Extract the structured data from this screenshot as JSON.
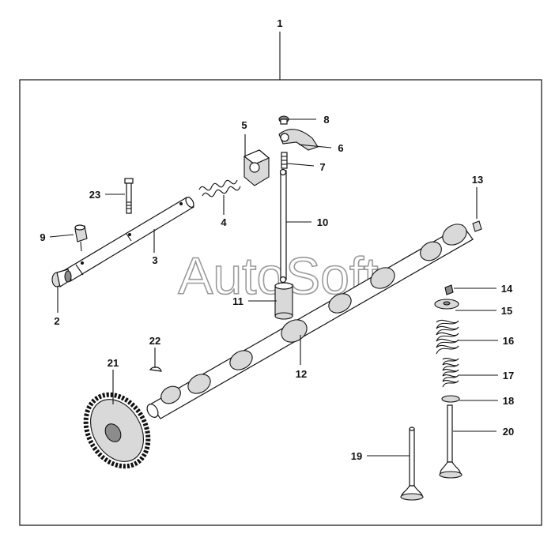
{
  "watermark": "AutoSoft",
  "assembly_label": "1",
  "callouts": [
    {
      "id": "2",
      "text": "2"
    },
    {
      "id": "3",
      "text": "3"
    },
    {
      "id": "4",
      "text": "4"
    },
    {
      "id": "5",
      "text": "5"
    },
    {
      "id": "6",
      "text": "6"
    },
    {
      "id": "7",
      "text": "7"
    },
    {
      "id": "8",
      "text": "8"
    },
    {
      "id": "9",
      "text": "9"
    },
    {
      "id": "10",
      "text": "10"
    },
    {
      "id": "11",
      "text": "11"
    },
    {
      "id": "12",
      "text": "12"
    },
    {
      "id": "13",
      "text": "13"
    },
    {
      "id": "14",
      "text": "14"
    },
    {
      "id": "15",
      "text": "15"
    },
    {
      "id": "16",
      "text": "16"
    },
    {
      "id": "17",
      "text": "17"
    },
    {
      "id": "18",
      "text": "18"
    },
    {
      "id": "19",
      "text": "19"
    },
    {
      "id": "20",
      "text": "20"
    },
    {
      "id": "21",
      "text": "21"
    },
    {
      "id": "22",
      "text": "22"
    },
    {
      "id": "23",
      "text": "23"
    }
  ]
}
